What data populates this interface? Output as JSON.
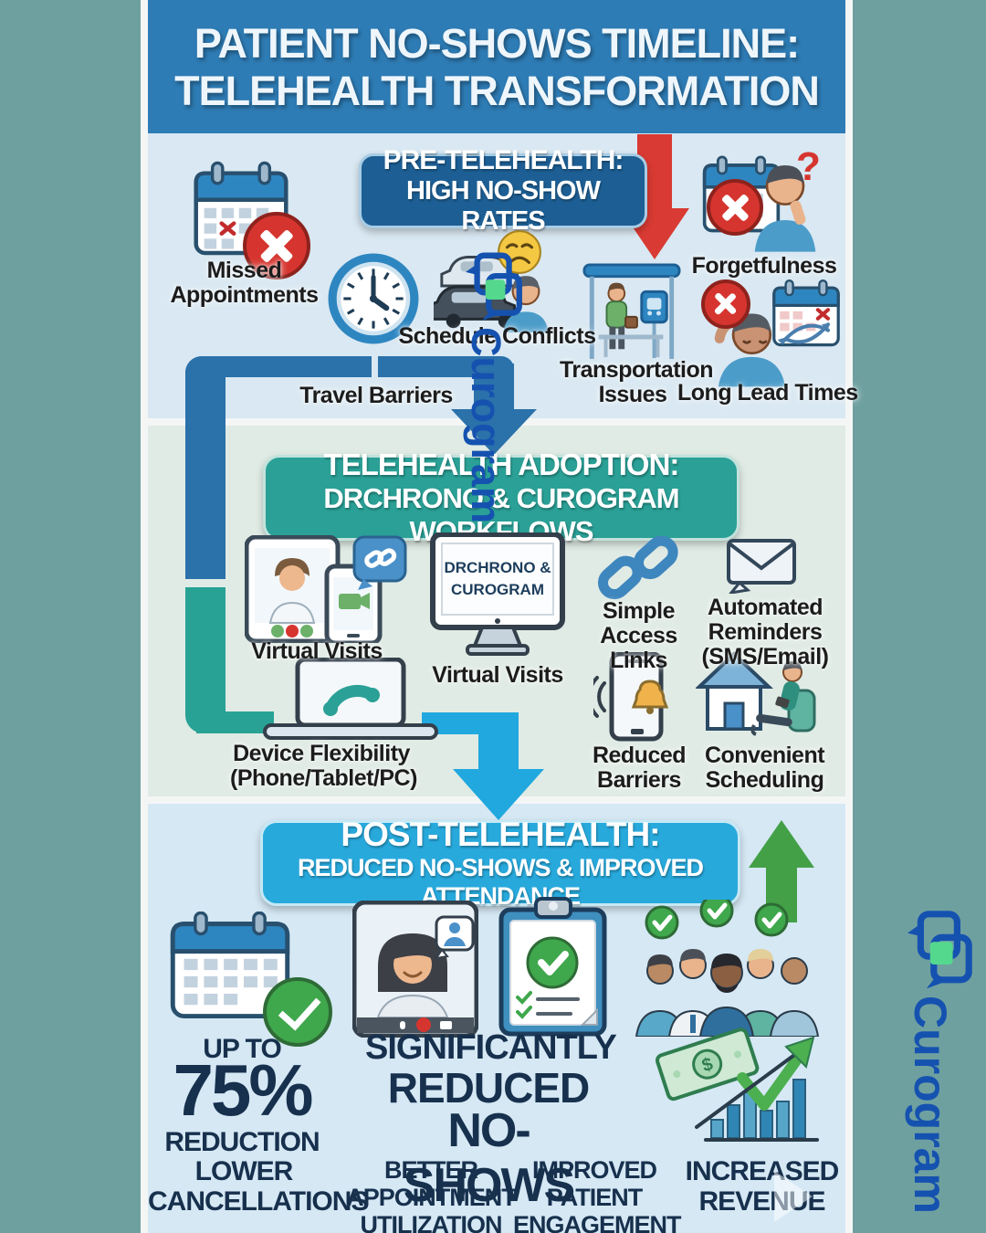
{
  "brand": {
    "name": "Curogram",
    "logo_icon": "chat-bubbles-icon",
    "blue": "#1552b0",
    "green": "#54d88e"
  },
  "title": {
    "line1": "PATIENT NO-SHOWS TIMELINE:",
    "line2": "TELEHEALTH TRANSFORMATION"
  },
  "pre": {
    "header_line1": "PRE-TELEHEALTH:",
    "header_line2": "HIGH NO-SHOW RATES",
    "items": [
      {
        "label": "Missed Appointments",
        "icon": "calendar-x-icon"
      },
      {
        "label": "Travel Barriers",
        "icon": "clock-icon"
      },
      {
        "label": "Schedule Conflicts",
        "icon": "traffic-jam-sad-face-icon"
      },
      {
        "label": "Transportation Issues",
        "icon": "bus-stop-icon"
      },
      {
        "label": "Forgetfulness",
        "icon": "calendar-x-thinking-person-icon"
      },
      {
        "label": "Long Lead Times",
        "icon": "frustrated-person-calendar-icon"
      }
    ]
  },
  "adoption": {
    "header_line1": "TELEHEALTH ADOPTION:",
    "header_line2": "DRCHRONO & CUROGRAM WORKFLOWS",
    "monitor_line1": "DRCHRONO &",
    "monitor_line2": "CUROGRAM",
    "items": [
      {
        "label": "Virtual Visits",
        "icon": "tablet-doctor-phone-icon"
      },
      {
        "label": "Virtual Visits",
        "icon": "desktop-monitor-icon"
      },
      {
        "label": "Simple Access Links",
        "icon": "chain-link-icon"
      },
      {
        "label": "Automated Reminders (SMS/Email)",
        "icon": "envelope-icon"
      },
      {
        "label": "Device Flexibility (Phone/Tablet/PC)",
        "icon": "laptop-handset-icon"
      },
      {
        "label": "Reduced Barriers",
        "icon": "phone-bell-icon"
      },
      {
        "label": "Convenient Scheduling",
        "icon": "home-relaxed-person-icon"
      }
    ]
  },
  "post": {
    "header_line1": "POST-TELEHEALTH:",
    "header_line2": "REDUCED NO-SHOWS & IMPROVED ATTENDANCE",
    "icons": [
      "calendar-check-icon",
      "video-call-icon",
      "clipboard-check-icon",
      "patient-group-checks-icon",
      "money-growth-chart-icon"
    ],
    "stats": {
      "reduction_prefix": "UP TO",
      "reduction_value": "75%",
      "reduction_suffix": "REDUCTION",
      "line1": "SIGNIFICANTLY",
      "line2": "REDUCED",
      "line3": "NO-SHOWS"
    },
    "outcomes": [
      {
        "label": "LOWER CANCELLATIONS"
      },
      {
        "label": "BETTER APPOINTMENT UTILIZATION"
      },
      {
        "label": "IMPROVED PATIENT ENGAGEMENT"
      },
      {
        "label": "INCREASED REVENUE"
      }
    ]
  },
  "colors": {
    "outer_background": "#6fa0a0",
    "title_band": "#2e7cb5",
    "section1_bg": "#d9e8f2",
    "section2_bg": "#e0ebe5",
    "section3_bg": "#d5e8f4",
    "badge_pre": "#1d5f94",
    "badge_adoption": "#2aa096",
    "badge_post": "#28a9dc",
    "pipe_blue": "#2b71aa",
    "pipe_teal": "#28a295",
    "pipe_cyan": "#21a8de",
    "arrow_red": "#d93a33",
    "arrow_green": "#43a047",
    "stat_navy": "#17304d"
  }
}
